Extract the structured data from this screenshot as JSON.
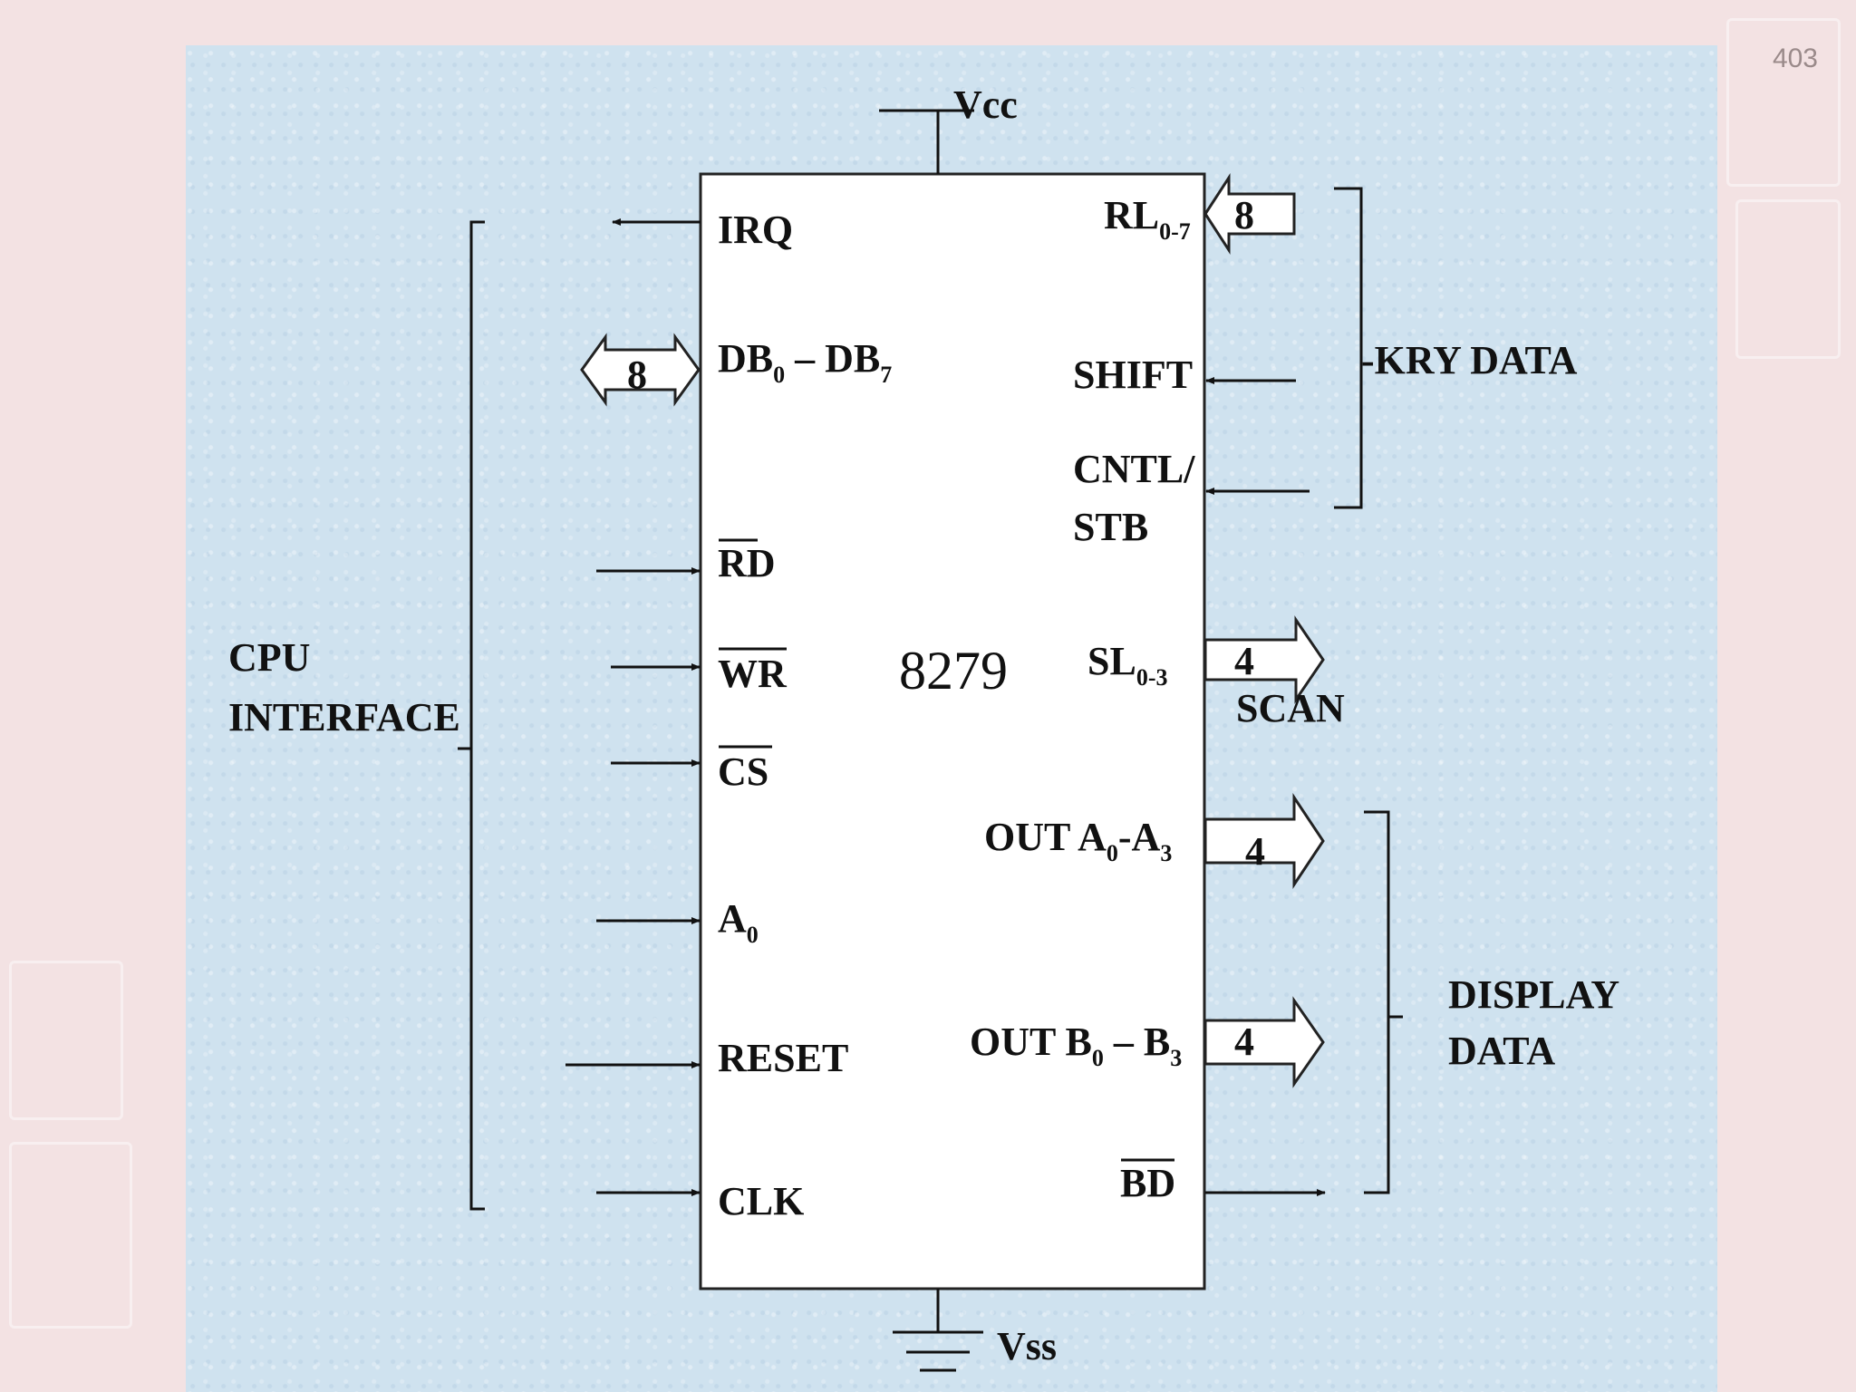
{
  "page_number": "403",
  "chip": {
    "name": "8279"
  },
  "power": {
    "vcc": "Vcc",
    "vss": "Vss"
  },
  "pins_left": {
    "irq": "IRQ",
    "db": {
      "main": "DB",
      "sub0": "0",
      "mid": " – DB",
      "sub7": "7",
      "width": "8"
    },
    "rd": "RD",
    "wr": "WR",
    "cs": "CS",
    "a0": {
      "main": "A",
      "sub": "0"
    },
    "reset": "RESET",
    "clk": "CLK"
  },
  "pins_right": {
    "rl": {
      "main": "RL",
      "sub": "0-7",
      "width": "8"
    },
    "shift": "SHIFT",
    "cntl_line1": "CNTL/",
    "cntl_line2": "STB",
    "sl": {
      "main": "SL",
      "sub": "0-3",
      "width": "4"
    },
    "out_a": {
      "p1": "OUT A",
      "s1": "0",
      "p2": "-A",
      "s2": "3",
      "width": "4"
    },
    "out_b": {
      "p1": "OUT B",
      "s1": "0",
      "p2": " – B",
      "s2": "3",
      "width": "4"
    },
    "bd": "BD"
  },
  "groups": {
    "cpu_line1": "CPU",
    "cpu_line2": "INTERFACE",
    "key_data": "-KRY DATA",
    "scan": "SCAN",
    "display_line1": "DISPLAY",
    "display_line2": "DATA"
  }
}
